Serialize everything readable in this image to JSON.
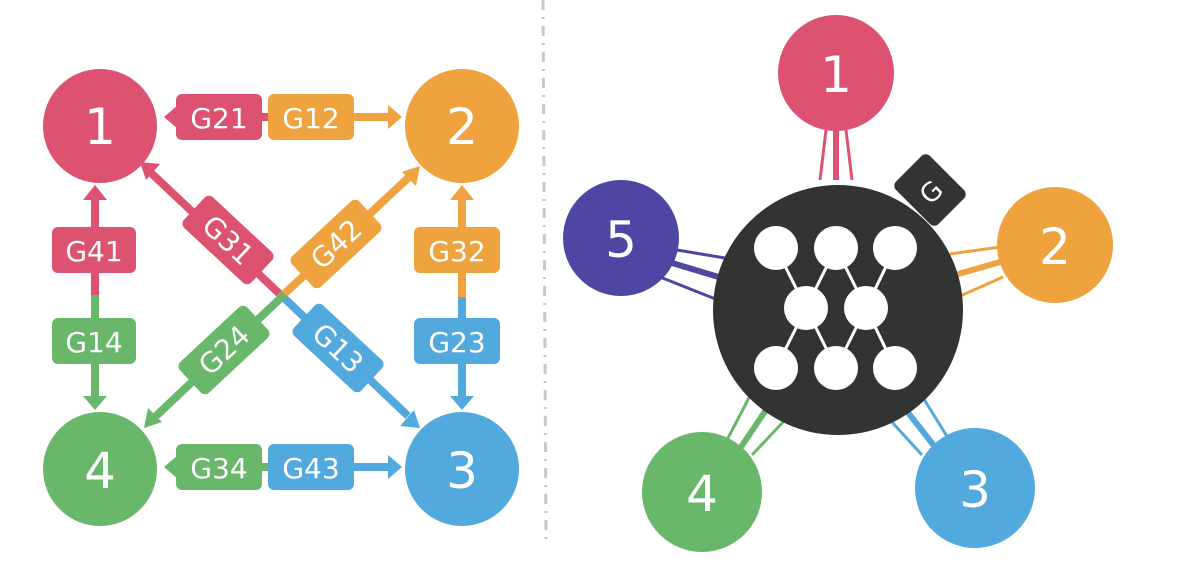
{
  "colors": {
    "node1": "#de5271",
    "node2": "#efa33f",
    "node3": "#52a9de",
    "node4": "#68b76a",
    "node5": "#4f46a3",
    "hub": "#323432",
    "divider": "#c8c8c8"
  },
  "left_panel": {
    "nodes": [
      {
        "id": "1",
        "label": "1"
      },
      {
        "id": "2",
        "label": "2"
      },
      {
        "id": "3",
        "label": "3"
      },
      {
        "id": "4",
        "label": "4"
      }
    ],
    "edges": [
      {
        "label": "G21",
        "from": "2",
        "to": "1"
      },
      {
        "label": "G12",
        "from": "1",
        "to": "2"
      },
      {
        "label": "G41",
        "from": "4",
        "to": "1"
      },
      {
        "label": "G14",
        "from": "1",
        "to": "4"
      },
      {
        "label": "G32",
        "from": "3",
        "to": "2"
      },
      {
        "label": "G23",
        "from": "2",
        "to": "3"
      },
      {
        "label": "G34",
        "from": "3",
        "to": "4"
      },
      {
        "label": "G43",
        "from": "4",
        "to": "3"
      },
      {
        "label": "G31",
        "from": "3",
        "to": "1"
      },
      {
        "label": "G13",
        "from": "1",
        "to": "3"
      },
      {
        "label": "G42",
        "from": "4",
        "to": "2"
      },
      {
        "label": "G24",
        "from": "2",
        "to": "4"
      }
    ]
  },
  "right_panel": {
    "hub_tag": "G",
    "hub_icon": "neural-network-icon",
    "nodes": [
      {
        "id": "1",
        "label": "1"
      },
      {
        "id": "2",
        "label": "2"
      },
      {
        "id": "3",
        "label": "3"
      },
      {
        "id": "4",
        "label": "4"
      },
      {
        "id": "5",
        "label": "5"
      }
    ]
  }
}
